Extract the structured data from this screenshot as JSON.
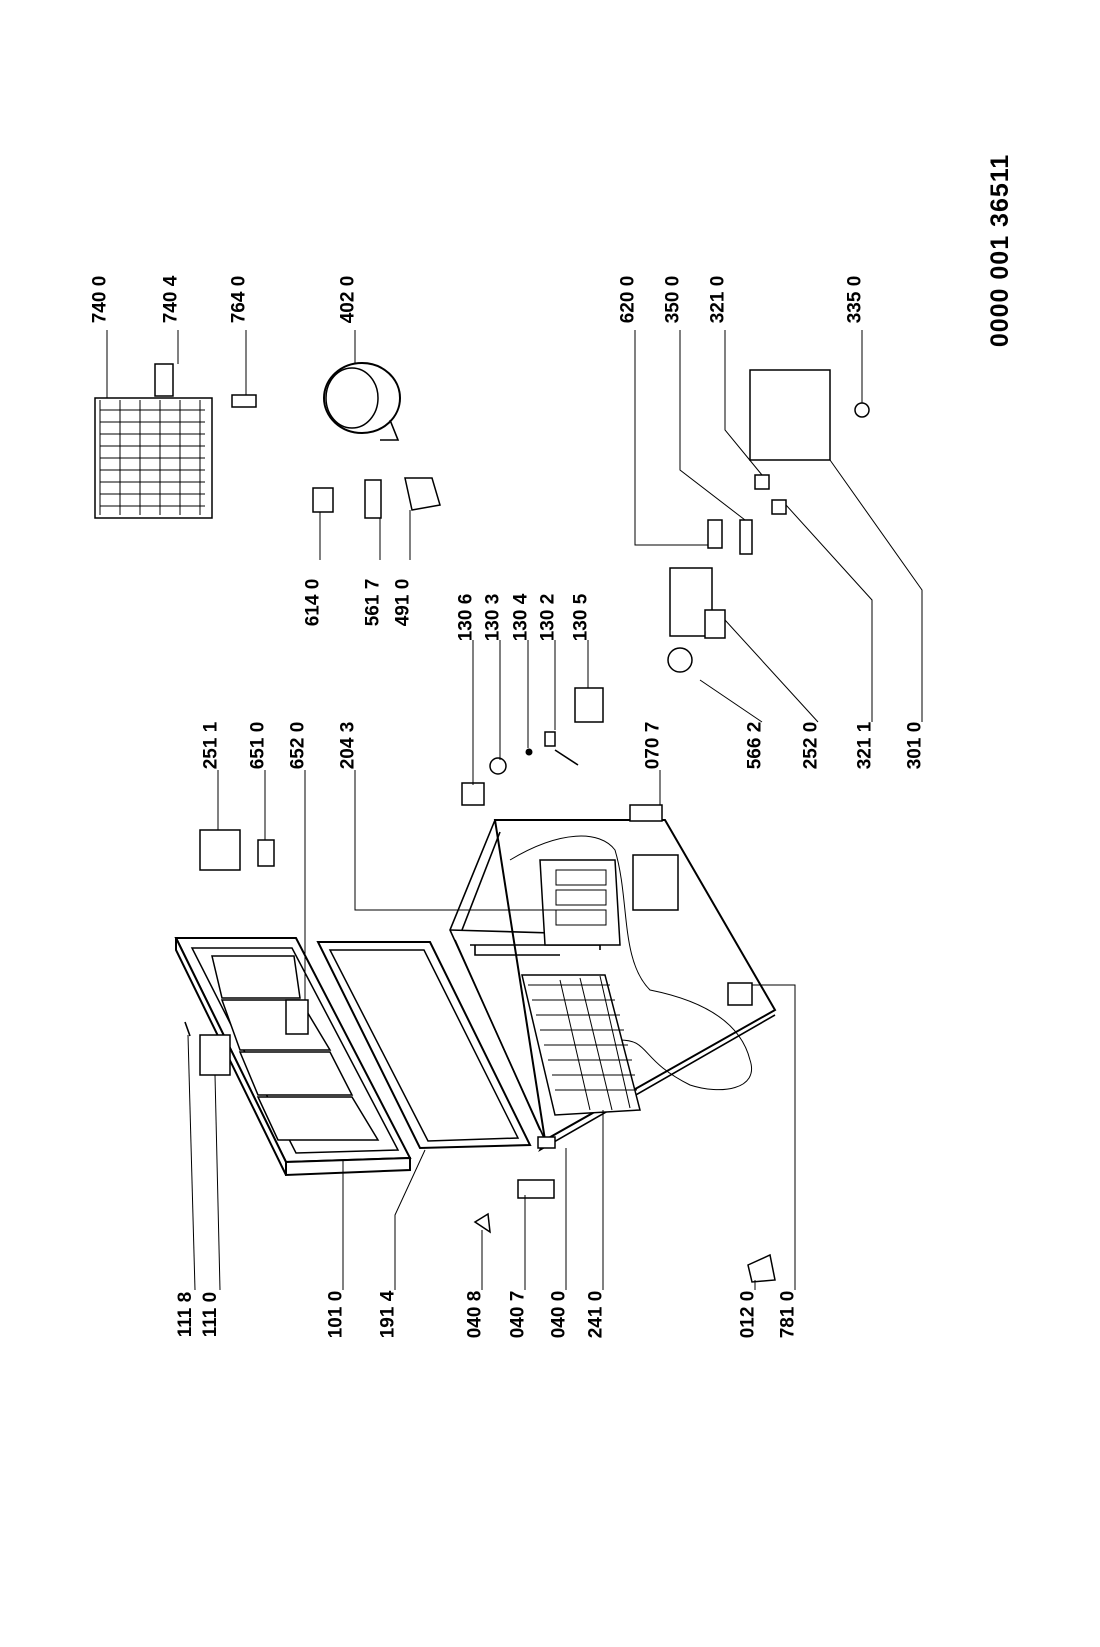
{
  "document_number": "0000 001 36511",
  "part_labels": {
    "p1118": "111 8",
    "p1110": "111 0",
    "p1010": "101 0",
    "p1914": "191 4",
    "p0408": "040 8",
    "p0407": "040 7",
    "p0400": "040 0",
    "p2410": "241 0",
    "p0120": "012 0",
    "p7810": "781 0",
    "p2511": "251 1",
    "p6510": "651 0",
    "p6520": "652 0",
    "p2043": "204 3",
    "p1306": "130 6",
    "p1303": "130 3",
    "p1304": "130 4",
    "p1302": "130 2",
    "p1305": "130 5",
    "p0707": "070 7",
    "p5662": "566 2",
    "p2520": "252 0",
    "p3211": "321 1",
    "p3010": "301 0",
    "p6140": "614 0",
    "p5617": "561 7",
    "p4910": "491 0",
    "p7400": "740 0",
    "p7404": "740 4",
    "p7640": "764 0",
    "p4020": "402 0",
    "p6200": "620 0",
    "p3500": "350 0",
    "p3210": "321 0",
    "p3350": "335 0"
  }
}
